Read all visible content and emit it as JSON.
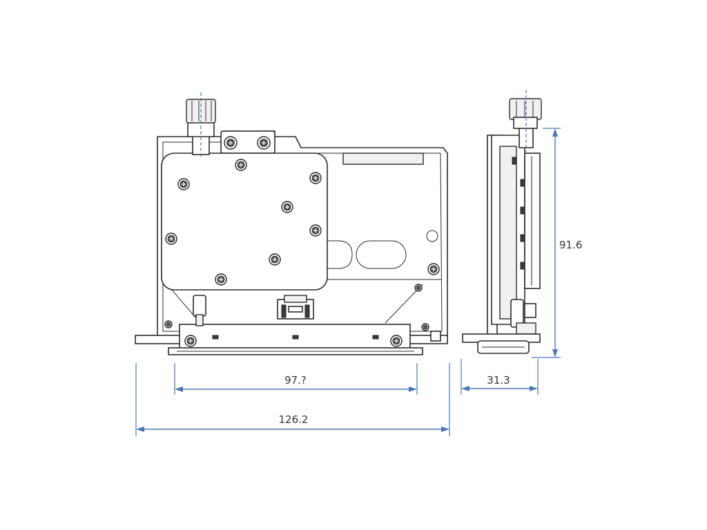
{
  "dimensions": {
    "inner_width": "97.?",
    "total_width": "126.2",
    "side_depth": "31.3",
    "height": "91.6"
  },
  "colors": {
    "dimension": "#4a78b8",
    "outline": "#2a2a2a",
    "text": "#333333"
  }
}
